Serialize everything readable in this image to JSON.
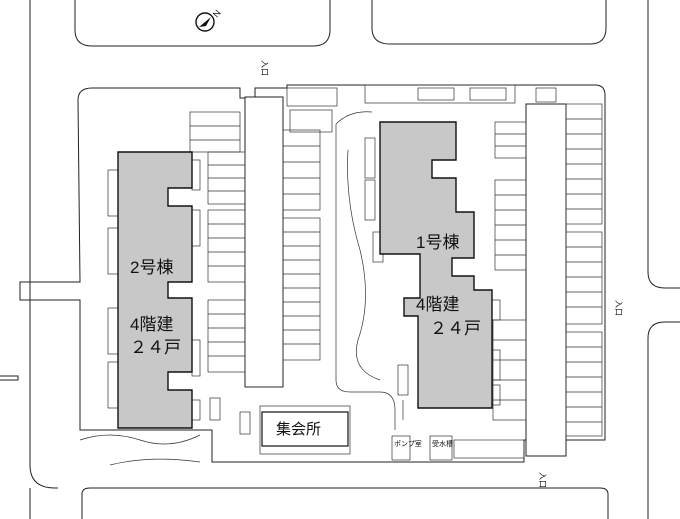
{
  "compass": {
    "label": "N"
  },
  "buildings": [
    {
      "name": "2号棟",
      "floors": "4階建",
      "units": "２４戸"
    },
    {
      "name": "1号棟",
      "floors": "4階建",
      "units": "２４戸"
    }
  ],
  "facilities": {
    "meeting_hall": "集会所",
    "pump_room": "ポンプ室",
    "water_tank": "受水槽"
  },
  "entrances": {
    "label": "入口"
  }
}
